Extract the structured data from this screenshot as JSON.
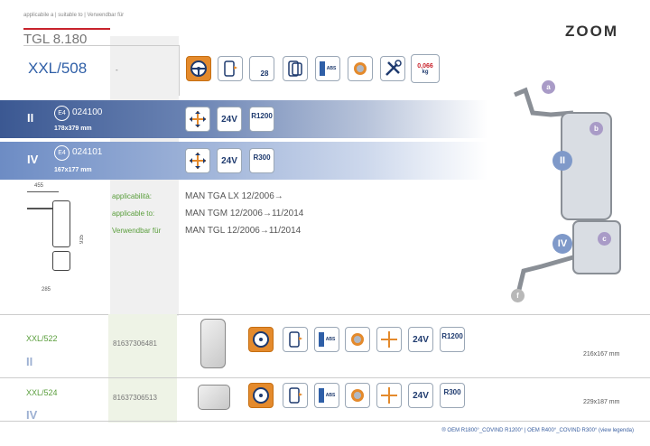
{
  "header": {
    "subtitle": "applicabile a | suitable to | Verwendbar für",
    "model": "TGL 8.180",
    "logo": "ZOOM"
  },
  "main": {
    "code": "XXL/508",
    "dash": "-",
    "icons": [
      "steering-wheel-icon",
      "mirror-glass-icon",
      "mirror-size-icon",
      "mirror-frame-icon",
      "abs-icon",
      "heated-glass-icon",
      "tools-icon",
      "weight-icon"
    ],
    "icon_labels": {
      "size": "28",
      "abs": "ABS",
      "weight": "0,066",
      "weight_unit": "kg"
    }
  },
  "rows": [
    {
      "roman": "II",
      "e4": "E4",
      "number": "024100",
      "size": "178x379 mm",
      "icons": [
        "adjust-arrows-icon",
        "24v-icon",
        "r1200-icon"
      ],
      "v": "24V",
      "r": "R1200"
    },
    {
      "roman": "IV",
      "e4": "E4",
      "number": "024101",
      "size": "167x177 mm",
      "icons": [
        "adjust-arrows-icon",
        "24v-icon",
        "r300-icon"
      ],
      "v": "24V",
      "r": "R300"
    }
  ],
  "dims": {
    "w1": "455",
    "h": "935",
    "w2": "285"
  },
  "applicability": {
    "labels": [
      "applicabilità:",
      "applicable to:",
      "Verwendbar für"
    ],
    "values": [
      "MAN TGA LX 12/2006→",
      "MAN TGM 12/2006→11/2014",
      "MAN TGL 12/2006→11/2014"
    ]
  },
  "illustration": {
    "labels": [
      "a",
      "b",
      "II",
      "IV",
      "c",
      "f"
    ]
  },
  "parts": [
    {
      "code": "XXL/522",
      "roman": "II",
      "number": "81637306481",
      "mm": "216x167 mm",
      "v": "24V",
      "r": "R1200"
    },
    {
      "code": "XXL/524",
      "roman": "IV",
      "number": "81637306513",
      "mm": "229x187 mm",
      "v": "24V",
      "r": "R300"
    }
  ],
  "footer": "® OEM R1800°_COVIND R1200° | OEM R400°_COVIND R300° (view legenda)",
  "colors": {
    "accent_red": "#c8232c",
    "blue": "#2f5fa7",
    "green": "#5a9e3c",
    "orange": "#e48a2c"
  }
}
